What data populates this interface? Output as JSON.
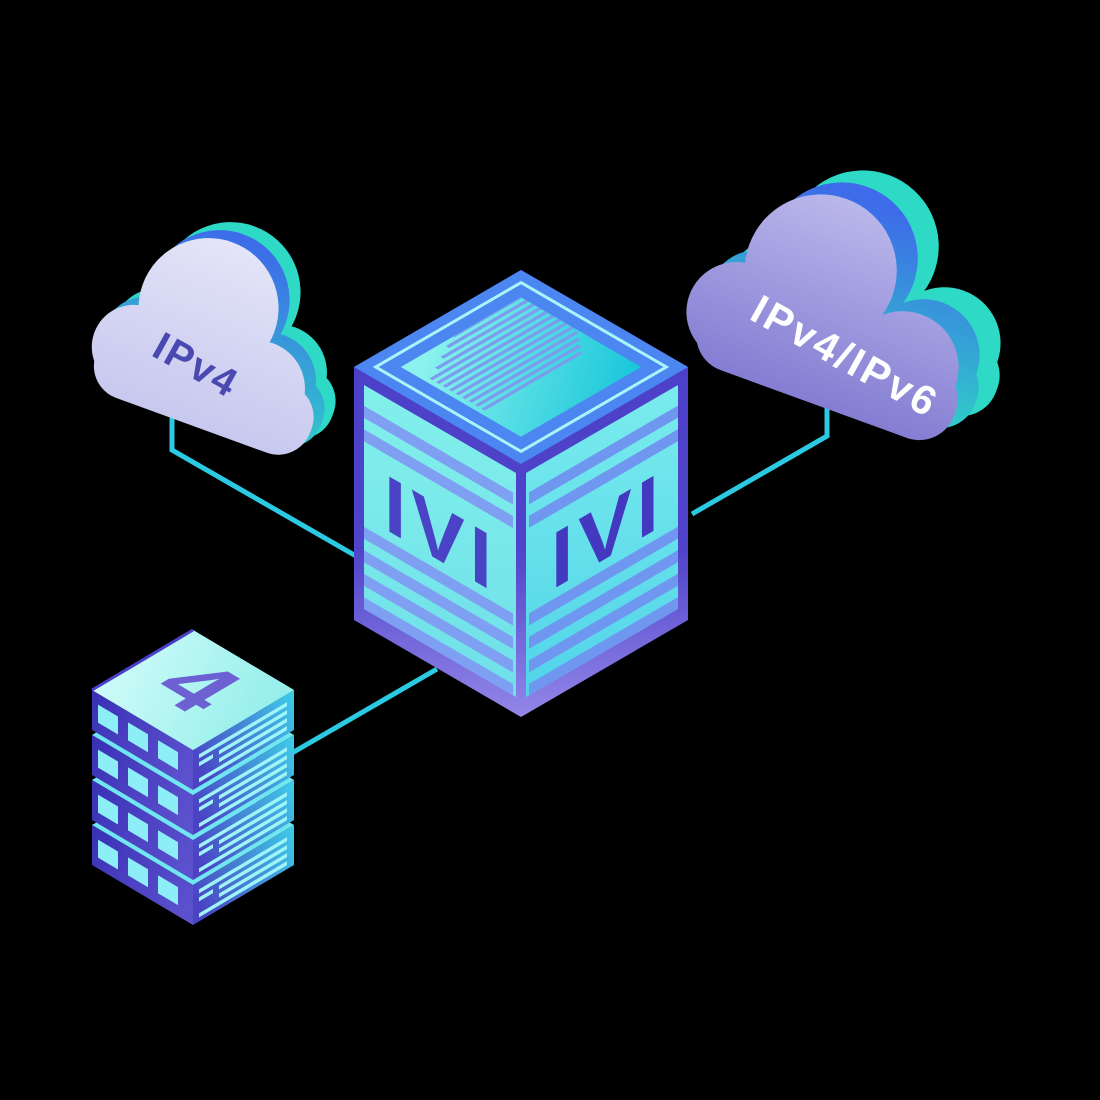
{
  "diagram": {
    "title": "IVI IPv4/IPv6 translation diagram",
    "nodes": {
      "left_cloud": {
        "label": "IPv4"
      },
      "right_cloud": {
        "label": "IPv4/IPv6"
      },
      "translator_box": {
        "left_face_label": "IVI",
        "right_face_label": "IVI"
      },
      "server_stack": {
        "top_label": "4",
        "unit_count": 4
      }
    },
    "edges": [
      {
        "from": "left_cloud",
        "to": "translator_box"
      },
      {
        "from": "right_cloud",
        "to": "translator_box"
      },
      {
        "from": "server_stack",
        "to": "translator_box"
      }
    ]
  },
  "palette": {
    "background": "#000000",
    "connector": "#2cc9e2",
    "box_edge": "#4a3fc8",
    "box_top_frame_blue": "#4c86f0",
    "box_top_inner_line": "#a6f7fb",
    "box_hatch": "#7c9cee",
    "box_face_stripe_left": "#7e9ff2",
    "box_face_stripe_right": "#6f97f0",
    "box_letters_left": "#4a43c6",
    "box_letters_right": "#4338c0",
    "cloud_back_teal": "#2ed9c6",
    "cloud_side_blue": "#3d6be9",
    "left_cloud_label_color": "#4a49b2",
    "right_cloud_label_color": "#ffffff",
    "stack_top_label_color": "#6c60d3"
  }
}
